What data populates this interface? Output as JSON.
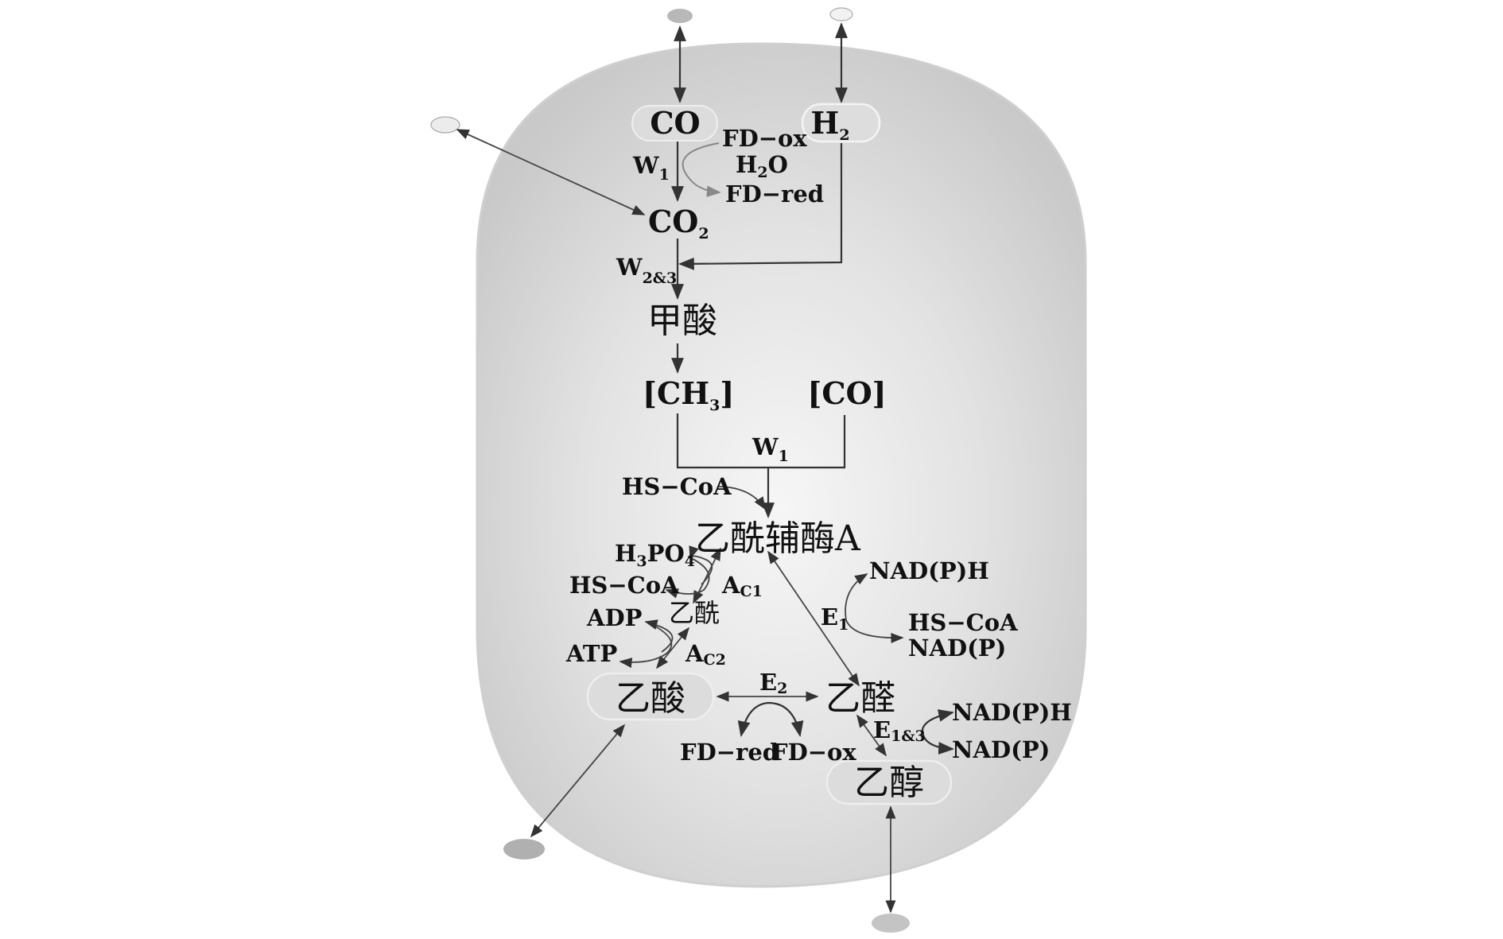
{
  "metabolites": {
    "co": "CO",
    "h2_base": "H",
    "h2_sub": "2",
    "co2_base": "CO",
    "co2_sub": "2",
    "formate": "甲酸",
    "ch3_open": "[CH",
    "ch3_sub": "3",
    "ch3_close": "]",
    "co_bracket": "[CO]",
    "acetyl_coa": "乙酰辅酶A",
    "acetyl": "乙酰",
    "acetic_acid": "乙酸",
    "acetaldehyde": "乙醛",
    "ethanol": "乙醇"
  },
  "cofactors": {
    "fd_ox_top": "FD−ox",
    "h2o_base": "H",
    "h2o_sub": "2",
    "h2o_end": "O",
    "fd_red_top": "FD−red",
    "hs_coa_1": "HS−CoA",
    "h3po4_a": "H",
    "h3po4_sub1": "3",
    "h3po4_b": "PO",
    "h3po4_sub2": "4",
    "hs_coa_2": "HS−CoA",
    "adp": "ADP",
    "atp": "ATP",
    "nadph_1": "NAD(P)H",
    "hs_coa_3": "HS−CoA",
    "nadp_1": "NAD(P)",
    "fd_red_bottom": "FD−red",
    "fd_ox_bottom": "FD−ox",
    "nadph_2": "NAD(P)H",
    "nadp_2": "NAD(P)"
  },
  "enzymes": {
    "w1_top_base": "W",
    "w1_top_sub": "1",
    "w23_base": "W",
    "w23_sub": "2&3",
    "w1_mid_base": "W",
    "w1_mid_sub": "1",
    "ac1_base": "A",
    "ac1_sub": "C1",
    "ac2_base": "A",
    "ac2_sub": "C2",
    "e1_base": "E",
    "e1_sub": "1",
    "e2_base": "E",
    "e2_sub": "2",
    "e13_base": "E",
    "e13_sub": "1&3"
  },
  "colors": {
    "cell_fill": "#d6d6d6",
    "cell_center": "#f4f4f4",
    "pill_fill": "#dcdcdc",
    "pill_stroke": "#f0f0f0",
    "port_dark": "#b5b5b5",
    "port_light": "#e6e6e6"
  }
}
